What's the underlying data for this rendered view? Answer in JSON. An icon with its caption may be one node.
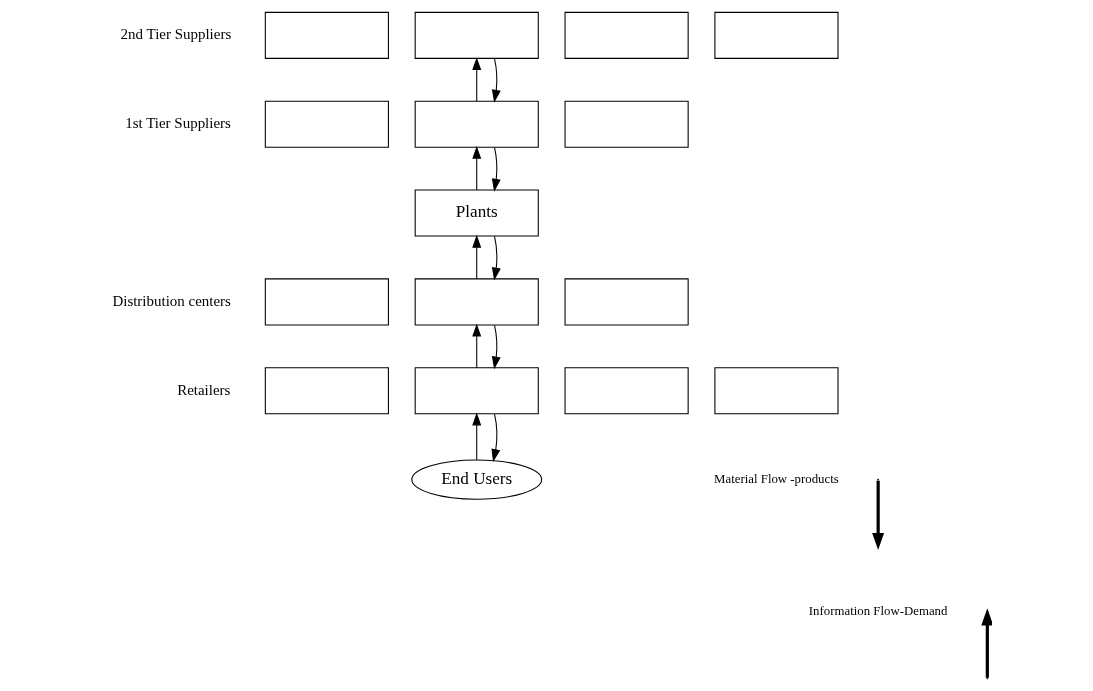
{
  "diagram": {
    "nodes": [
      {
        "text": [],
        "shape": "box"
      },
      {
        "text": [],
        "shape": "box"
      },
      {
        "text": [],
        "shape": "box"
      },
      {
        "text": [],
        "shape": "box"
      },
      {
        "text": [],
        "shape": "box"
      },
      {
        "text": [],
        "shape": "box"
      },
      {
        "text": [],
        "shape": "box"
      },
      {
        "text": [
          "Plants"
        ]
      },
      {
        "text": [],
        "shape": "box"
      },
      {
        "text": [],
        "shape": "box"
      },
      {
        "text": [],
        "shape": "box"
      },
      {
        "text": [],
        "shape": "box"
      },
      {
        "text": [],
        "shape": "box"
      },
      {
        "text": [],
        "shape": "box"
      },
      {
        "text": [],
        "shape": "box"
      },
      {
        "text": [
          "End Users"
        ]
      }
    ],
    "edges": [
      {
        "from": 5,
        "to": 1,
        "arrow": "to"
      },
      {
        "from": 1,
        "to": 5,
        "arrow": "to"
      },
      {
        "from": 7,
        "to": 5,
        "arrow": "to"
      },
      {
        "from": 5,
        "to": 7,
        "arrow": "to"
      },
      {
        "from": 9,
        "to": 7,
        "arrow": "to"
      },
      {
        "from": 7,
        "to": 9,
        "arrow": "to"
      },
      {
        "from": 12,
        "to": 9,
        "arrow": "to"
      },
      {
        "from": 9,
        "to": 12,
        "arrow": "to"
      },
      {
        "from": 15,
        "to": 12,
        "arrow": "to"
      },
      {
        "from": 12,
        "to": 15,
        "arrow": "to"
      }
    ],
    "labels": [
      "2nd Tier Suppliers",
      "1st Tier Suppliers",
      "Distribution centers",
      "Retailers"
    ],
    "legend": [
      {
        "text": "Material Flow -products"
      },
      {
        "text": "Information Flow-Demand"
      }
    ]
  }
}
